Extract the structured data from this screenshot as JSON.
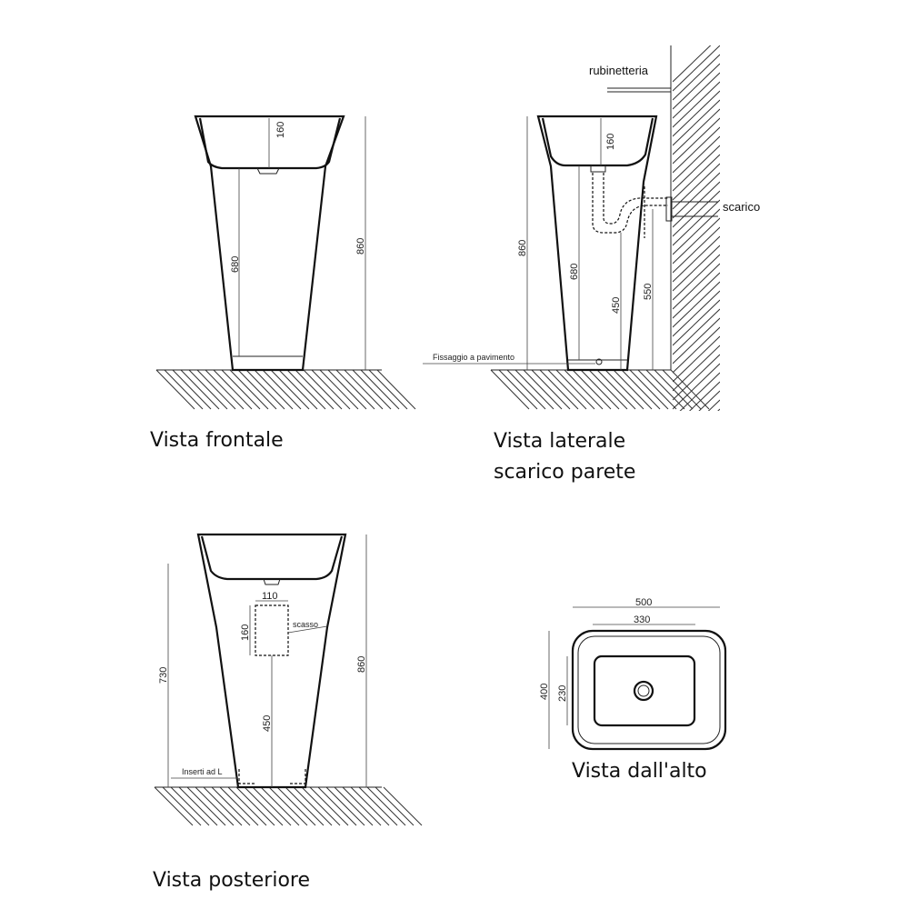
{
  "views": {
    "front": {
      "title": "Vista frontale",
      "dims": {
        "bowl_depth": "160",
        "column": "680",
        "total_height": "860"
      }
    },
    "side": {
      "title_line1": "Vista laterale",
      "title_line2": "scarico parete",
      "labels": {
        "faucet": "rubinetteria",
        "drain": "scarico",
        "floor_fixing": "Fissaggio a pavimento"
      },
      "dims": {
        "bowl_depth": "160",
        "total_height": "860",
        "column": "680",
        "drain_height_inner": "450",
        "drain_height_wall": "550"
      }
    },
    "rear": {
      "title": "Vista posteriore",
      "labels": {
        "recess": "scasso",
        "inserts": "Inserti ad L"
      },
      "dims": {
        "recess_width": "110",
        "recess_height": "160",
        "inner_height": "730",
        "drain_height": "450",
        "total_height": "860"
      }
    },
    "top": {
      "title": "Vista dall'alto",
      "dims": {
        "outer_width": "500",
        "inner_width": "330",
        "outer_depth": "400",
        "inner_depth": "230"
      }
    }
  }
}
